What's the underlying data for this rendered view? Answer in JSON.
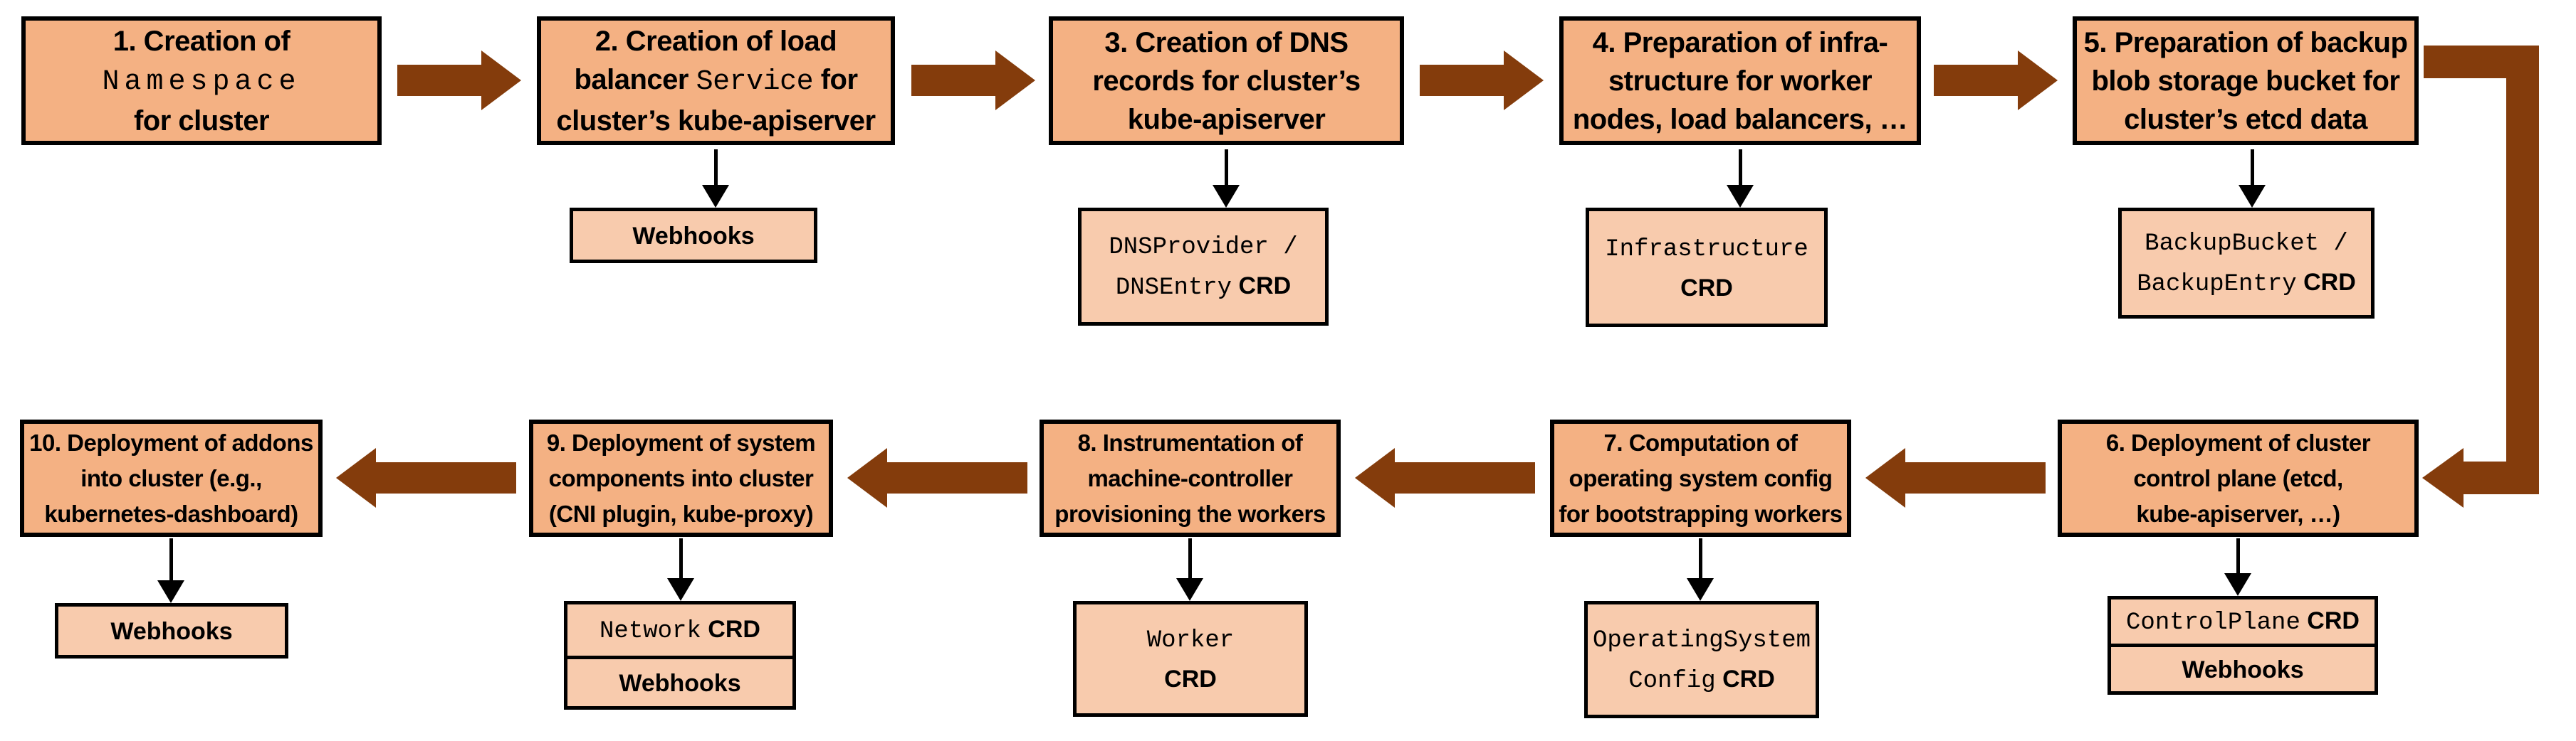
{
  "colors": {
    "main_box_fill": "#F4B183",
    "sub_box_fill": "#F8CBAD",
    "arrow_brown": "#843C0C",
    "box_border": "#000000",
    "background": "#FFFFFF"
  },
  "icons": {
    "flow-arrow-right-icon": "css-block-arrow-right",
    "flow-arrow-left-icon": "css-block-arrow-left",
    "wrap-connector-arrow-icon": "css-elbow-block-arrow",
    "down-arrow-icon": "css-thin-line-arrow-down"
  },
  "steps": [
    {
      "num": "1",
      "box": {
        "lines": [
          [
            {
              "t": "1. Creation of",
              "s": "b"
            }
          ],
          [
            {
              "t": "Namespace",
              "s": "m"
            }
          ],
          [
            {
              "t": "for cluster",
              "s": "b"
            }
          ]
        ]
      },
      "sub": null
    },
    {
      "num": "2",
      "box": {
        "lines": [
          [
            {
              "t": "2. Creation of load",
              "s": "b"
            }
          ],
          [
            {
              "t": "balancer ",
              "s": "b"
            },
            {
              "t": "Service",
              "s": "m"
            },
            {
              "t": " for",
              "s": "b"
            }
          ],
          [
            {
              "t": "cluster’s kube-apiserver",
              "s": "b"
            }
          ]
        ]
      },
      "sub": {
        "cells": [
          {
            "lines": [
              [
                {
                  "t": "Webhooks",
                  "s": "b"
                }
              ]
            ]
          }
        ]
      }
    },
    {
      "num": "3",
      "box": {
        "lines": [
          [
            {
              "t": "3. Creation of DNS",
              "s": "b"
            }
          ],
          [
            {
              "t": "records for cluster’s",
              "s": "b"
            }
          ],
          [
            {
              "t": "kube-apiserver",
              "s": "b"
            }
          ]
        ]
      },
      "sub": {
        "cells": [
          {
            "lines": [
              [
                {
                  "t": "DNSProvider /",
                  "s": "m"
                }
              ],
              [
                {
                  "t": "DNSEntry",
                  "s": "m"
                },
                {
                  "t": " CRD",
                  "s": "b"
                }
              ]
            ]
          }
        ]
      }
    },
    {
      "num": "4",
      "box": {
        "lines": [
          [
            {
              "t": "4. Preparation of infra-",
              "s": "b"
            }
          ],
          [
            {
              "t": "structure for worker",
              "s": "b"
            }
          ],
          [
            {
              "t": "nodes, load balancers, …",
              "s": "b"
            }
          ]
        ]
      },
      "sub": {
        "cells": [
          {
            "lines": [
              [
                {
                  "t": "Infrastructure",
                  "s": "m"
                }
              ],
              [
                {
                  "t": "CRD",
                  "s": "b"
                }
              ]
            ]
          }
        ]
      }
    },
    {
      "num": "5",
      "box": {
        "lines": [
          [
            {
              "t": "5. Preparation of backup",
              "s": "b"
            }
          ],
          [
            {
              "t": "blob storage bucket for",
              "s": "b"
            }
          ],
          [
            {
              "t": "cluster’s etcd data",
              "s": "b"
            }
          ]
        ]
      },
      "sub": {
        "cells": [
          {
            "lines": [
              [
                {
                  "t": "BackupBucket /",
                  "s": "m"
                }
              ],
              [
                {
                  "t": "BackupEntry",
                  "s": "m"
                },
                {
                  "t": " CRD",
                  "s": "b"
                }
              ]
            ]
          }
        ]
      }
    },
    {
      "num": "6",
      "box": {
        "lines": [
          [
            {
              "t": "6. Deployment of cluster",
              "s": "b"
            }
          ],
          [
            {
              "t": "control plane (etcd,",
              "s": "b"
            }
          ],
          [
            {
              "t": "kube-apiserver, …)",
              "s": "b"
            }
          ]
        ]
      },
      "sub": {
        "cells": [
          {
            "lines": [
              [
                {
                  "t": "ControlPlane",
                  "s": "m"
                },
                {
                  "t": " CRD",
                  "s": "b"
                }
              ]
            ]
          },
          {
            "lines": [
              [
                {
                  "t": "Webhooks",
                  "s": "b"
                }
              ]
            ]
          }
        ]
      }
    },
    {
      "num": "7",
      "box": {
        "lines": [
          [
            {
              "t": "7. Computation of",
              "s": "b"
            }
          ],
          [
            {
              "t": "operating system config",
              "s": "b"
            }
          ],
          [
            {
              "t": "for bootstrapping workers",
              "s": "b"
            }
          ]
        ]
      },
      "sub": {
        "cells": [
          {
            "lines": [
              [
                {
                  "t": "OperatingSystem",
                  "s": "m"
                }
              ],
              [
                {
                  "t": "Config",
                  "s": "m"
                },
                {
                  "t": " CRD",
                  "s": "b"
                }
              ]
            ]
          }
        ]
      }
    },
    {
      "num": "8",
      "box": {
        "lines": [
          [
            {
              "t": "8. Instrumentation of",
              "s": "b"
            }
          ],
          [
            {
              "t": "machine-controller",
              "s": "b"
            }
          ],
          [
            {
              "t": "provisioning the workers",
              "s": "b"
            }
          ]
        ]
      },
      "sub": {
        "cells": [
          {
            "lines": [
              [
                {
                  "t": "Worker",
                  "s": "m"
                }
              ],
              [
                {
                  "t": "CRD",
                  "s": "b"
                }
              ]
            ]
          }
        ]
      }
    },
    {
      "num": "9",
      "box": {
        "lines": [
          [
            {
              "t": "9. Deployment of system",
              "s": "b"
            }
          ],
          [
            {
              "t": "components into cluster",
              "s": "b"
            }
          ],
          [
            {
              "t": "(CNI plugin, kube-proxy)",
              "s": "b"
            }
          ]
        ]
      },
      "sub": {
        "cells": [
          {
            "lines": [
              [
                {
                  "t": "Network",
                  "s": "m"
                },
                {
                  "t": " CRD",
                  "s": "b"
                }
              ]
            ]
          },
          {
            "lines": [
              [
                {
                  "t": "Webhooks",
                  "s": "b"
                }
              ]
            ]
          }
        ]
      }
    },
    {
      "num": "10",
      "box": {
        "lines": [
          [
            {
              "t": "10. Deployment of addons",
              "s": "b"
            }
          ],
          [
            {
              "t": "into cluster (e.g.,",
              "s": "b"
            }
          ],
          [
            {
              "t": "kubernetes-dashboard)",
              "s": "b"
            }
          ]
        ]
      },
      "sub": {
        "cells": [
          {
            "lines": [
              [
                {
                  "t": "Webhooks",
                  "s": "b"
                }
              ]
            ]
          }
        ]
      }
    }
  ]
}
